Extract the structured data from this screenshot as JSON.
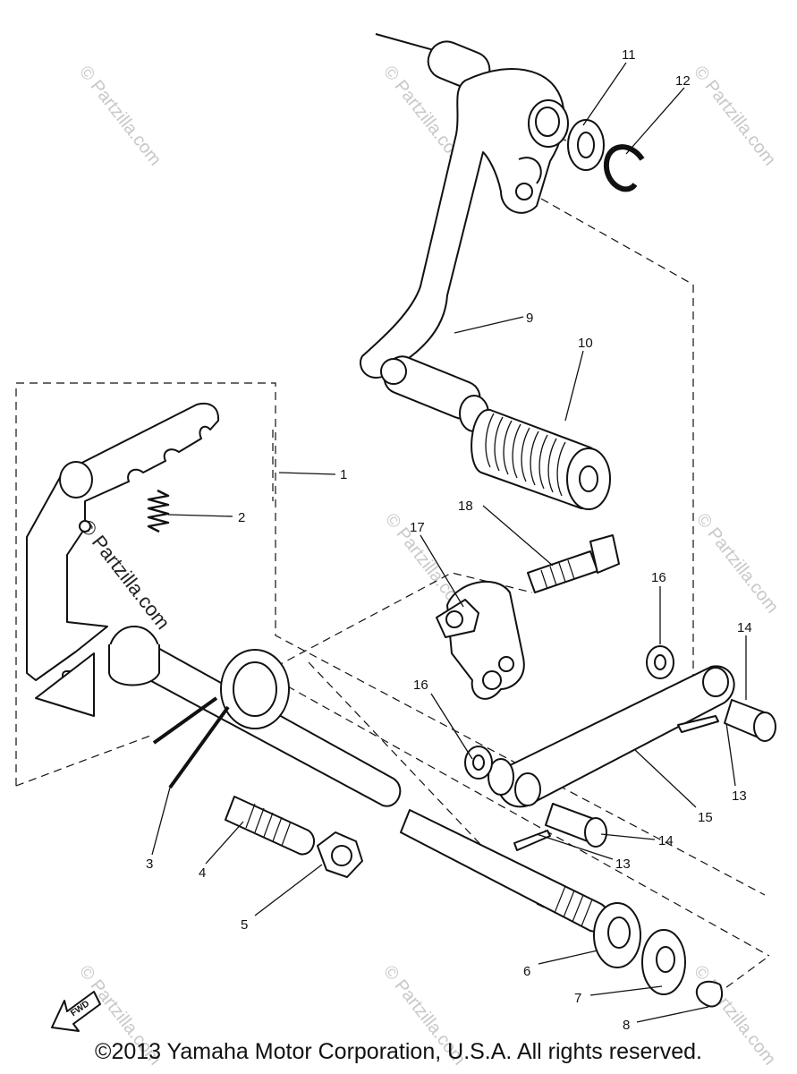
{
  "watermark": "© Partzilla.com",
  "fwd_label": "FWD",
  "copyright": "©2013  Yamaha Motor Corporation, U.S.A. All rights reserved.",
  "callouts": [
    "1",
    "2",
    "3",
    "4",
    "5",
    "6",
    "7",
    "8",
    "9",
    "10",
    "11",
    "12",
    "13",
    "13",
    "14",
    "14",
    "15",
    "16",
    "16",
    "17",
    "18"
  ]
}
